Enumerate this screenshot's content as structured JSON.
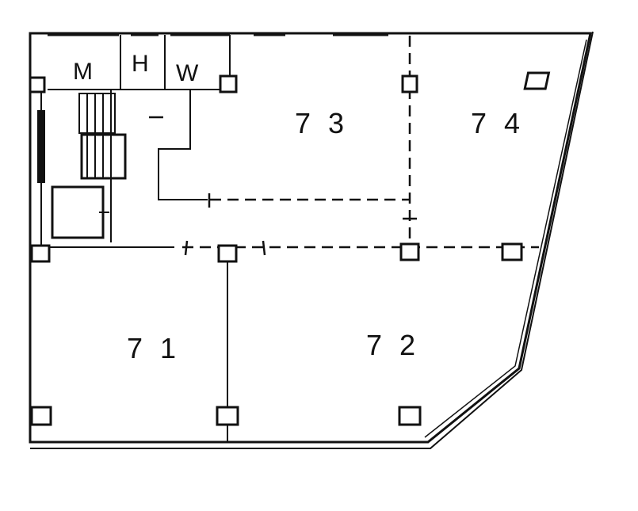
{
  "plan": {
    "rooms": [
      "7 1",
      "7 2",
      "7 3",
      "7 4"
    ],
    "utility_labels": {
      "men": "M",
      "hot_water": "H",
      "women": "W"
    }
  }
}
